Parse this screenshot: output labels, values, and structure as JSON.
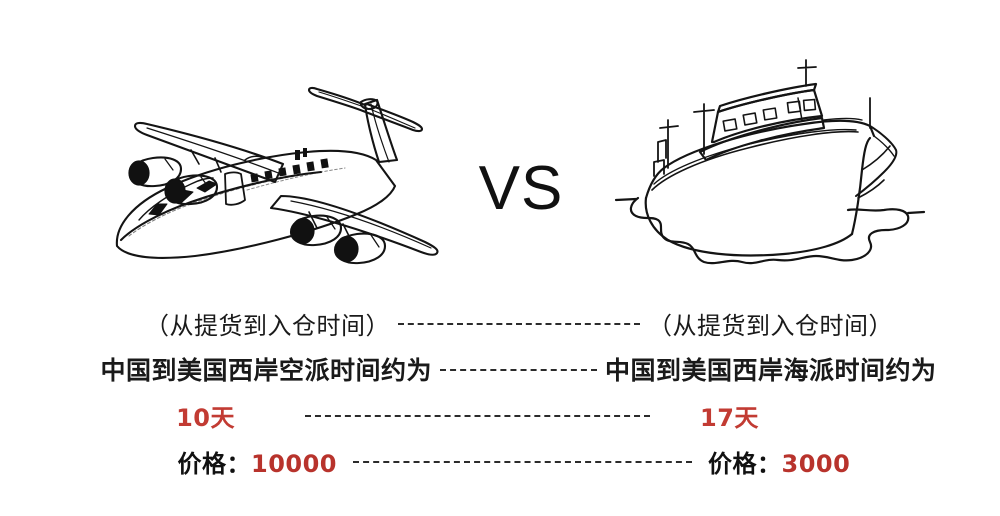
{
  "center": {
    "vs_label": "VS"
  },
  "illustrations": {
    "left": {
      "name": "airplane-line-drawing",
      "alt": "airplane"
    },
    "right": {
      "name": "cargo-ship-line-drawing",
      "alt": "ship"
    }
  },
  "comparison": {
    "rows": [
      {
        "left": "（从提货到入仓时间）",
        "right": "（从提货到入仓时间）",
        "style": "paren"
      },
      {
        "left": "中国到美国西岸空派时间约为",
        "right": "中国到美国西岸海派时间约为",
        "style": "line"
      },
      {
        "left": "10天",
        "right": "17天",
        "style": "days"
      },
      {
        "left_label": "价格：",
        "left_amount": "10000",
        "right_label": "价格：",
        "right_amount": "3000",
        "style": "price"
      }
    ]
  },
  "colors": {
    "background": "#ffffff",
    "ink": "#1a1a1a",
    "accent_red": "#c23b33",
    "amount_red": "#b8332c",
    "dash": "#2b2b2b"
  }
}
